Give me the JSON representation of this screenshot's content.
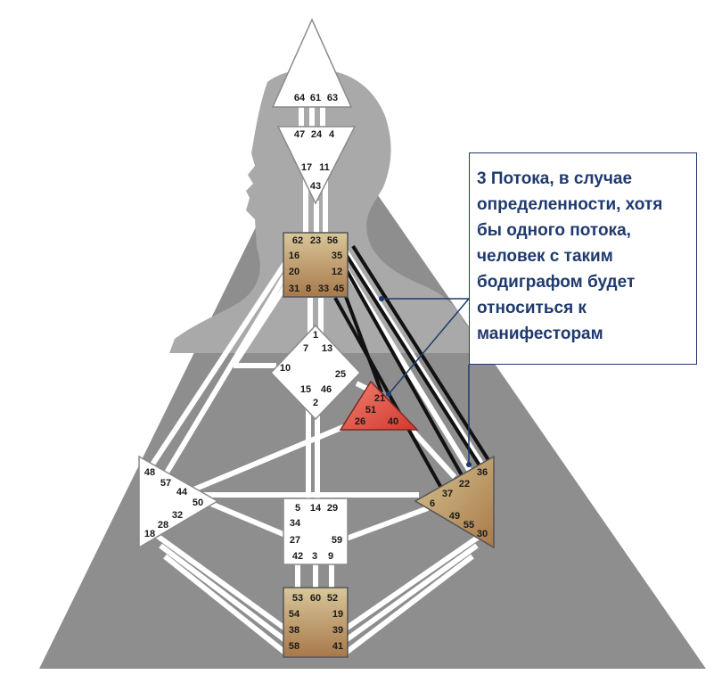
{
  "callout": {
    "text": "3 Потока, в случае\nопределенности, хотя\nбы одного потока,\nчеловек с таким\nбодиграфом будет\nотноситься к\nманифесторам"
  },
  "centers": {
    "head": {
      "gates": [
        "64",
        "61",
        "63"
      ],
      "defined": false
    },
    "ajna": {
      "gates": [
        "47",
        "24",
        "4",
        "17",
        "11",
        "43"
      ],
      "defined": false
    },
    "throat": {
      "gates": [
        "62",
        "23",
        "56",
        "16",
        "35",
        "20",
        "12",
        "31",
        "8",
        "33",
        "45"
      ],
      "defined": true,
      "color": "#b58a55"
    },
    "g": {
      "gates": [
        "1",
        "7",
        "13",
        "10",
        "25",
        "15",
        "46",
        "2"
      ],
      "defined": false
    },
    "ego": {
      "gates": [
        "21",
        "51",
        "26",
        "40"
      ],
      "defined": true,
      "color": "#e0524a"
    },
    "spleen": {
      "gates": [
        "48",
        "57",
        "44",
        "50",
        "32",
        "28",
        "18"
      ],
      "defined": false
    },
    "solar_plexus": {
      "gates": [
        "36",
        "22",
        "37",
        "6",
        "49",
        "55",
        "30"
      ],
      "defined": true,
      "color": "#b08a55"
    },
    "sacral": {
      "gates": [
        "5",
        "14",
        "29",
        "34",
        "27",
        "59",
        "42",
        "3",
        "9"
      ],
      "defined": false
    },
    "root": {
      "gates": [
        "53",
        "60",
        "52",
        "54",
        "19",
        "38",
        "39",
        "58",
        "41"
      ],
      "defined": true,
      "color": "#b08a55"
    }
  },
  "defined_channels": [
    {
      "gates": [
        "35",
        "36"
      ]
    },
    {
      "gates": [
        "12",
        "22"
      ]
    },
    {
      "gates": [
        "45",
        "21"
      ]
    }
  ],
  "colors": {
    "background_triangle": "#8e8e8e",
    "silhouette": "#a8a8a8",
    "channel": "#ffffff",
    "defined_channel": "#111111",
    "callout_border": "#1f3a6e",
    "callout_text": "#1f3a6e",
    "connector": "#1f3a6e"
  }
}
